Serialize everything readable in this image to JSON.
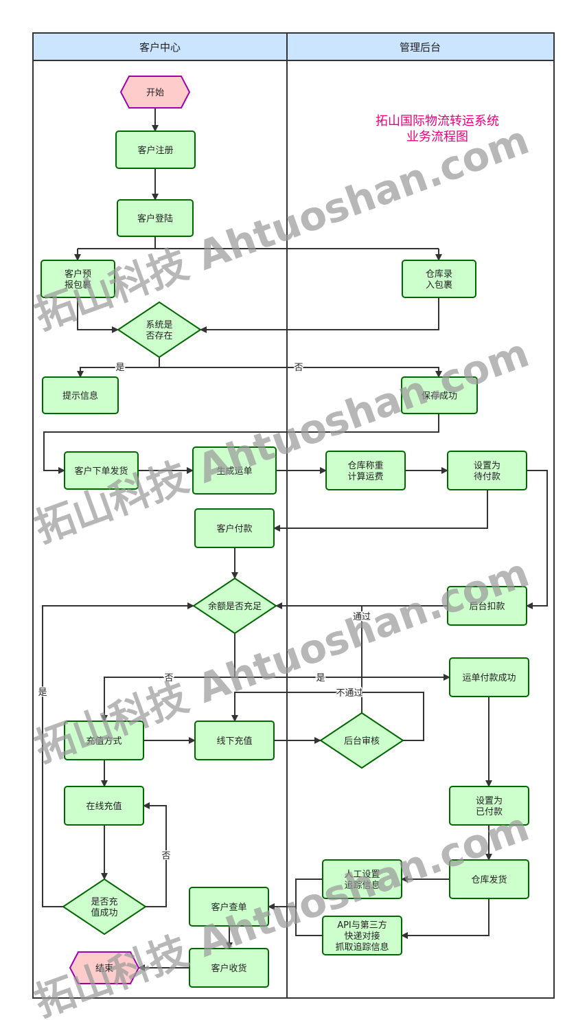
{
  "lanes": {
    "customer": "客户中心",
    "admin": "管理后台"
  },
  "title": [
    "拓山国际物流转运系统",
    "业务流程图"
  ],
  "watermark": "拓山科技 Ahtuoshan.com",
  "colors": {
    "process_fill": "#ccffcc",
    "process_stroke": "#006600",
    "terminal_fill": "#ffcccc",
    "terminal_stroke": "#a000a8",
    "header_fill": "#cce5ff",
    "title": "#e6007e"
  },
  "nodes": {
    "start": "开始",
    "register": "客户注册",
    "login": "客户登陆",
    "prereport": "客户预\n报包裹",
    "warehouse_in": "仓库录\n入包裹",
    "exists": "系统是\n否存在",
    "prompt": "提示信息",
    "saved": "保存成功",
    "order": "客户下单发货",
    "waybill": "生成运单",
    "weigh": "仓库称重\n计算运费",
    "set_pending": "设置为\n待付款",
    "pay": "客户付款",
    "balance": "余额是否充足",
    "deduct": "后台扣款",
    "pay_success": "运单付款成功",
    "recharge_method": "充值方式",
    "offline": "线下充值",
    "audit": "后台审核",
    "online": "在线充值",
    "set_paid": "设置为\n已付款",
    "recharge_ok": "是否充\n值成功",
    "manual": "人工设置\n追踪信息",
    "ship": "仓库发货",
    "api": "API与第三方\n快递对接\n抓取追踪信息",
    "query": "客户查单",
    "receive": "客户收货",
    "end": "结束"
  },
  "edge_labels": {
    "exists_yes": "是",
    "exists_no": "否",
    "balance_no": "否",
    "balance_yes": "是",
    "recharge_ok_yes": "是",
    "recharge_ok_no": "否",
    "audit_pass": "通过",
    "audit_fail": "不通过"
  }
}
